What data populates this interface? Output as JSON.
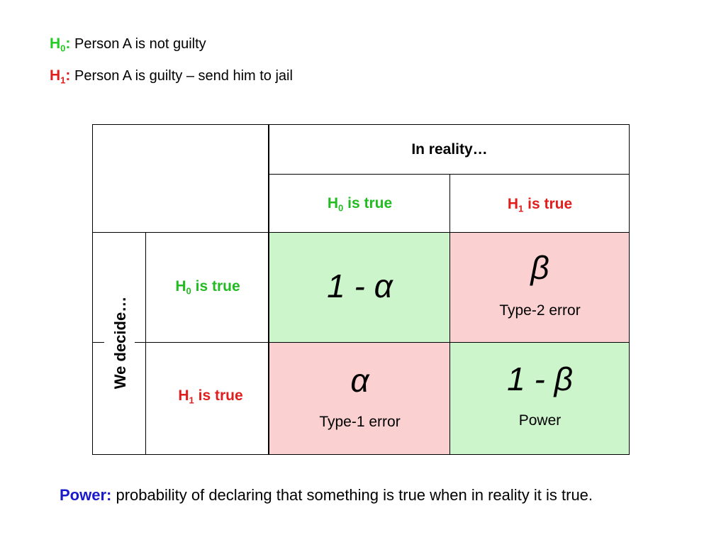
{
  "hypotheses": [
    {
      "symbol": "H",
      "index": "0",
      "colon": ":",
      "text": "Person A is not guilty",
      "color": "#22cc22"
    },
    {
      "symbol": "H",
      "index": "1",
      "colon": ":",
      "text": "Person A is guilty – send him to jail",
      "color": "#e01e1e"
    }
  ],
  "table": {
    "reality_header": "In reality…",
    "decide_header": "We decide…",
    "columns": [
      {
        "symbol": "H",
        "index": "0",
        "suffix": " is true",
        "color": "#22bb22"
      },
      {
        "symbol": "H",
        "index": "1",
        "suffix": " is true",
        "color": "#e01e1e"
      }
    ],
    "rows": [
      {
        "symbol": "H",
        "index": "0",
        "suffix": " is true",
        "color": "#22bb22"
      },
      {
        "symbol": "H",
        "index": "1",
        "suffix": " is true",
        "color": "#e01e1e"
      }
    ],
    "cells": [
      {
        "symbol": "1 - α",
        "label": "",
        "bg": "#ccf5cc"
      },
      {
        "symbol": "β",
        "label": "Type-2 error",
        "bg": "#fbd0d0"
      },
      {
        "symbol": "α",
        "label": "Type-1 error",
        "bg": "#fbd0d0"
      },
      {
        "symbol": "1 - β",
        "label": "Power",
        "bg": "#ccf5cc"
      }
    ]
  },
  "footer": {
    "label": "Power:",
    "text": " probability of declaring that something is true when in reality it is true.",
    "label_color": "#1a1acc"
  },
  "colors": {
    "line": "#000000",
    "background": "#ffffff"
  }
}
